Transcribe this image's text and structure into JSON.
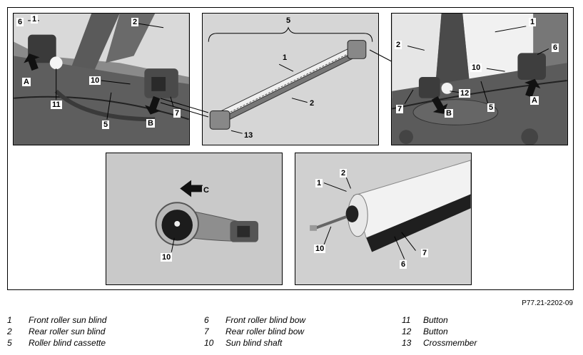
{
  "figure_code": "P77.21-2202-09",
  "panels": {
    "top_left": {
      "callouts": [
        "6",
        "1",
        "2",
        "10",
        "11",
        "5",
        "7"
      ],
      "arrows": [
        "A",
        "B"
      ]
    },
    "top_middle": {
      "callouts": [
        "5",
        "1",
        "2",
        "13"
      ]
    },
    "top_right": {
      "callouts": [
        "1",
        "2",
        "6",
        "10",
        "12",
        "5",
        "7",
        "A",
        "B"
      ]
    },
    "bottom_left": {
      "callouts": [
        "C",
        "10"
      ]
    },
    "bottom_right": {
      "callouts": [
        "2",
        "1",
        "10",
        "7",
        "6"
      ]
    }
  },
  "legend": [
    [
      {
        "num": "1",
        "text": "Front roller sun blind"
      },
      {
        "num": "2",
        "text": "Rear roller sun blind"
      },
      {
        "num": "5",
        "text": "Roller blind cassette"
      }
    ],
    [
      {
        "num": "6",
        "text": "Front roller blind bow"
      },
      {
        "num": "7",
        "text": "Rear roller blind bow"
      },
      {
        "num": "10",
        "text": "Sun blind shaft"
      }
    ],
    [
      {
        "num": "11",
        "text": "Button"
      },
      {
        "num": "12",
        "text": "Button"
      },
      {
        "num": "13",
        "text": "Crossmember"
      }
    ]
  ]
}
